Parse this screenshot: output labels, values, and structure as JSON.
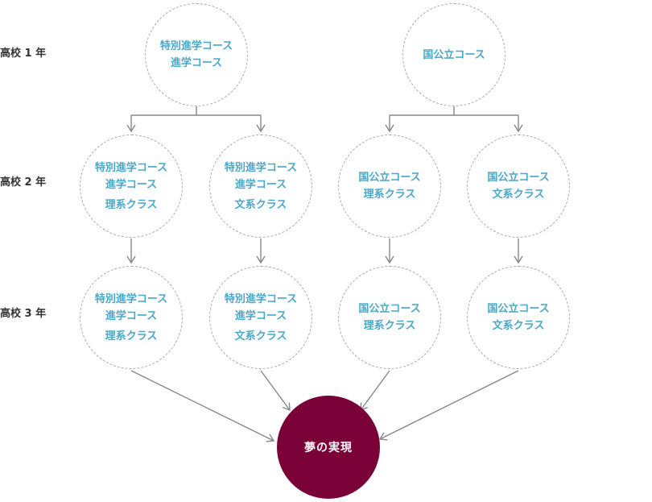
{
  "colors": {
    "node_text": "#4aa8c8",
    "node_border": "#aaaaaa",
    "connector": "#888888",
    "goal_fill": "#7a0038",
    "goal_text": "#ffffff",
    "row_label": "#333333"
  },
  "rows": [
    {
      "label": "高校 1 年"
    },
    {
      "label": "高校 2 年"
    },
    {
      "label": "高校 3 年"
    }
  ],
  "nodes": {
    "y1_special": {
      "line1": "特別進学コース",
      "line2": "進学コース"
    },
    "y1_national": {
      "line1": "国公立コース"
    },
    "y2_special_science": {
      "line1": "特別進学コース",
      "line2": "進学コース",
      "line3": "理系クラス"
    },
    "y2_special_humanities": {
      "line1": "特別進学コース",
      "line2": "進学コース",
      "line3": "文系クラス"
    },
    "y2_national_science": {
      "line1": "国公立コース",
      "line2": "理系クラス"
    },
    "y2_national_humanities": {
      "line1": "国公立コース",
      "line2": "文系クラス"
    },
    "y3_special_science": {
      "line1": "特別進学コース",
      "line2": "進学コース",
      "line3": "理系クラス"
    },
    "y3_special_humanities": {
      "line1": "特別進学コース",
      "line2": "進学コース",
      "line3": "文系クラス"
    },
    "y3_national_science": {
      "line1": "国公立コース",
      "line2": "理系クラス"
    },
    "y3_national_humanities": {
      "line1": "国公立コース",
      "line2": "文系クラス"
    }
  },
  "goal": {
    "label": "夢の実現"
  }
}
